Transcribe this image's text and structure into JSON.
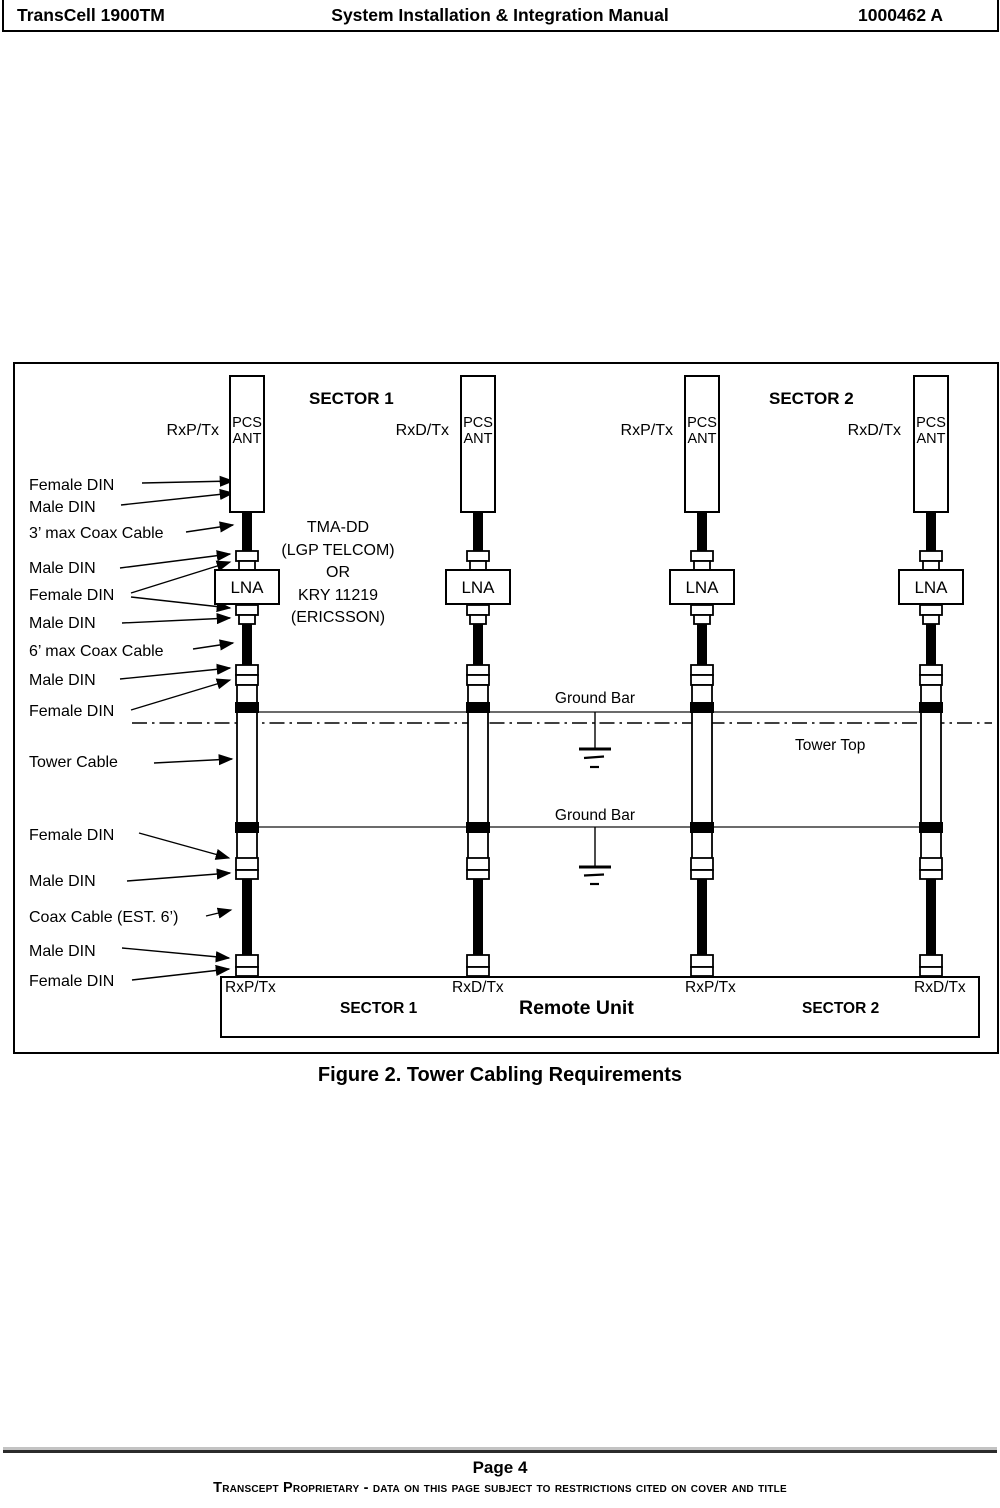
{
  "header": {
    "product": "TransCell 1900TM",
    "title": "System Installation & Integration Manual",
    "doc_number": "1000462 A"
  },
  "figure": {
    "caption": "Figure 2. Tower Cabling Requirements",
    "sector1": "SECTOR 1",
    "sector2": "SECTOR 2",
    "antenna": {
      "line1": "PCS",
      "line2": "ANT"
    },
    "lna_label": "LNA",
    "columns": [
      {
        "feed": "RxP/Tx"
      },
      {
        "feed": "RxD/Tx"
      },
      {
        "feed": "RxP/Tx"
      },
      {
        "feed": "RxD/Tx"
      }
    ],
    "tma_note": {
      "lines": [
        "TMA-DD",
        "(LGP TELCOM)",
        "OR",
        "KRY 11219",
        "(ERICSSON)"
      ]
    },
    "callouts": [
      "Female DIN",
      "Male DIN",
      "3’ max Coax Cable",
      "Male DIN",
      "Female DIN",
      "Male DIN",
      "6’ max Coax Cable",
      "Male DIN",
      "Female DIN",
      "Tower Cable",
      "Female DIN",
      "Male DIN",
      "Coax Cable (EST. 6’)",
      "Male DIN",
      "Female DIN"
    ],
    "ground_bar_label_1": "Ground Bar",
    "ground_bar_label_2": "Ground Bar",
    "tower_top_label": "Tower Top",
    "remote_unit": {
      "title": "Remote Unit",
      "sector1": "SECTOR 1",
      "sector2": "SECTOR 2",
      "ports": [
        "RxP/Tx",
        "RxD/Tx",
        "RxP/Tx",
        "RxD/Tx"
      ]
    }
  },
  "footer": {
    "page": "Page 4",
    "proprietary": "Transcept Proprietary - data on this page subject to restrictions cited on cover and title"
  }
}
